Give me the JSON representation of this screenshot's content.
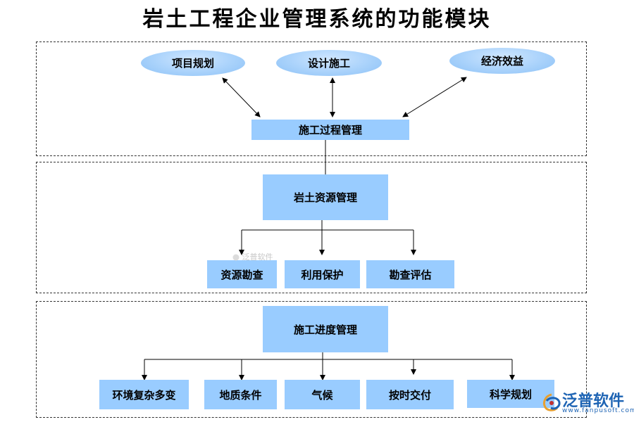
{
  "title": "岩土工程企业管理系统的功能模块",
  "top": {
    "ellipses": [
      "项目规划",
      "设计施工",
      "经济效益"
    ],
    "center": "施工过程管理"
  },
  "middle": {
    "main": "岩土资源管理",
    "children": [
      "资源勘查",
      "利用保护",
      "勘查评估"
    ]
  },
  "bottom": {
    "main": "施工进度管理",
    "children": [
      "环境复杂多变",
      "地质条件",
      "气候",
      "按时交付",
      "科学规划"
    ]
  },
  "watermark": "泛普软件",
  "logo": {
    "name": "泛普软件",
    "url": "www.fanpusoft.com"
  },
  "colors": {
    "box": "#99ccff",
    "ellipse": "#a9d2fb",
    "logo": "#1e64b4"
  }
}
